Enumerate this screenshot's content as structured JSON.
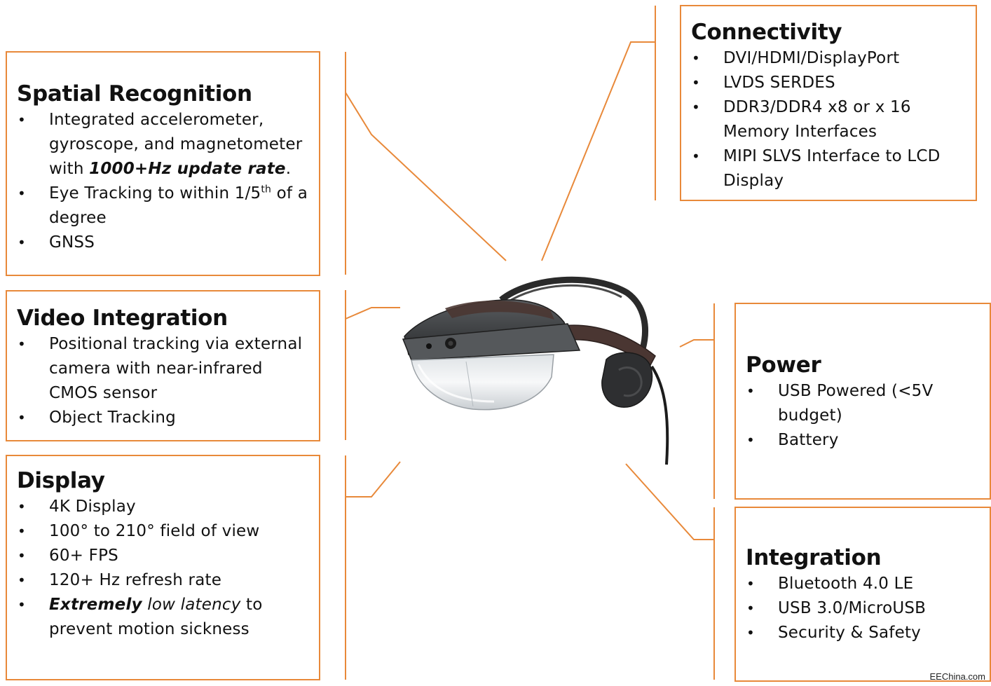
{
  "accent_color": "#e8893a",
  "sections": {
    "spatial": {
      "title": "Spatial Recognition",
      "b1_pre": "Integrated accelerometer, gyroscope, and magnetometer with ",
      "b1_em": "1000+Hz update rate",
      "b1_post": ".",
      "b2_pre": "Eye Tracking to within 1/5",
      "b2_sup": "th",
      "b2_post": " of a degree",
      "b3": "GNSS"
    },
    "video": {
      "title": "Video Integration",
      "b1": "Positional tracking via external camera with near-infrared CMOS sensor",
      "b2": "Object Tracking"
    },
    "display": {
      "title": "Display",
      "b1": "4K Display",
      "b2": "100° to 210° field of view",
      "b3": "60+ FPS",
      "b4": "120+ Hz refresh rate",
      "b5_em1": "Extremely",
      "b5_em2": "low latency",
      "b5_post": " to prevent motion sickness"
    },
    "connectivity": {
      "title": "Connectivity",
      "b1": "DVI/HDMI/DisplayPort",
      "b2": "LVDS SERDES",
      "b3": "DDR3/DDR4 x8 or x 16 Memory Interfaces",
      "b4": "MIPI SLVS Interface to LCD Display"
    },
    "power": {
      "title": "Power",
      "b1": "USB Powered (<5V budget)",
      "b2": "Battery"
    },
    "integration": {
      "title": "Integration",
      "b1": "Bluetooth 4.0 LE",
      "b2": "USB 3.0/MicroUSB",
      "b3": "Security & Safety"
    }
  },
  "watermark": "EEChina.com"
}
